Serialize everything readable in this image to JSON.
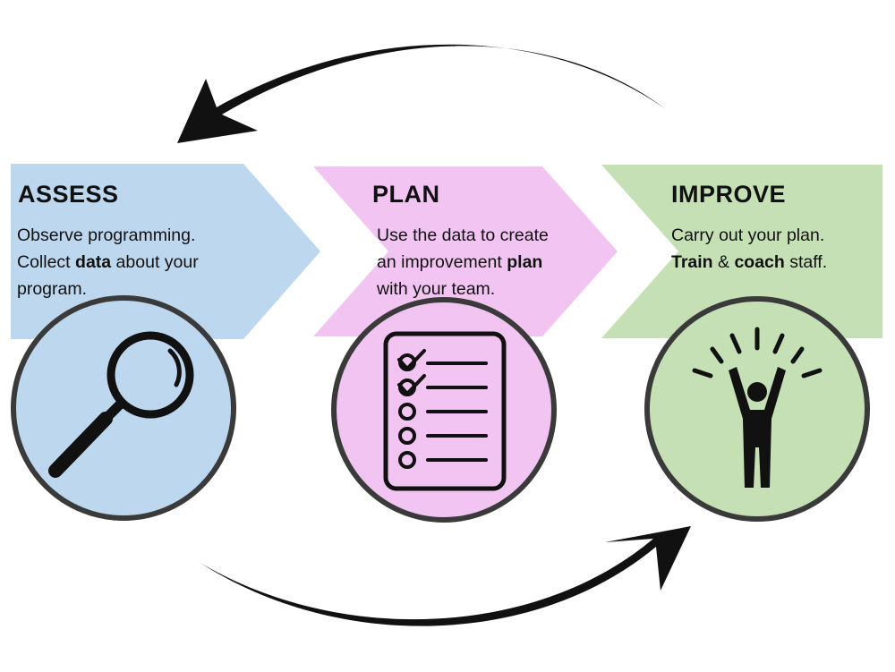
{
  "colors": {
    "assess": "#bdd7ee",
    "plan": "#f2c4f2",
    "improve": "#c5e0b4",
    "outline": "#3a3a3a",
    "ink": "#111111"
  },
  "steps": [
    {
      "title": "ASSESS",
      "icon": "magnifying-glass-icon",
      "lines": [
        [
          {
            "t": "Observe programming."
          }
        ],
        [
          {
            "t": "Collect "
          },
          {
            "t": "data",
            "b": true
          },
          {
            "t": " about your"
          }
        ],
        [
          {
            "t": "program."
          }
        ]
      ]
    },
    {
      "title": "PLAN",
      "icon": "checklist-icon",
      "lines": [
        [
          {
            "t": "Use the data to create"
          }
        ],
        [
          {
            "t": "an improvement "
          },
          {
            "t": "plan",
            "b": true
          }
        ],
        [
          {
            "t": "with your team."
          }
        ]
      ]
    },
    {
      "title": "IMPROVE",
      "icon": "celebrating-person-icon",
      "lines": [
        [
          {
            "t": "Carry out your plan."
          }
        ],
        [
          {
            "t": "Train",
            "b": true
          },
          {
            "t": " & "
          },
          {
            "t": "coach",
            "b": true
          },
          {
            "t": " staff."
          }
        ]
      ]
    }
  ],
  "arrows": [
    {
      "icon": "cycle-arrow-top-icon",
      "direction": "right-to-left"
    },
    {
      "icon": "cycle-arrow-bottom-icon",
      "direction": "left-to-right"
    }
  ]
}
